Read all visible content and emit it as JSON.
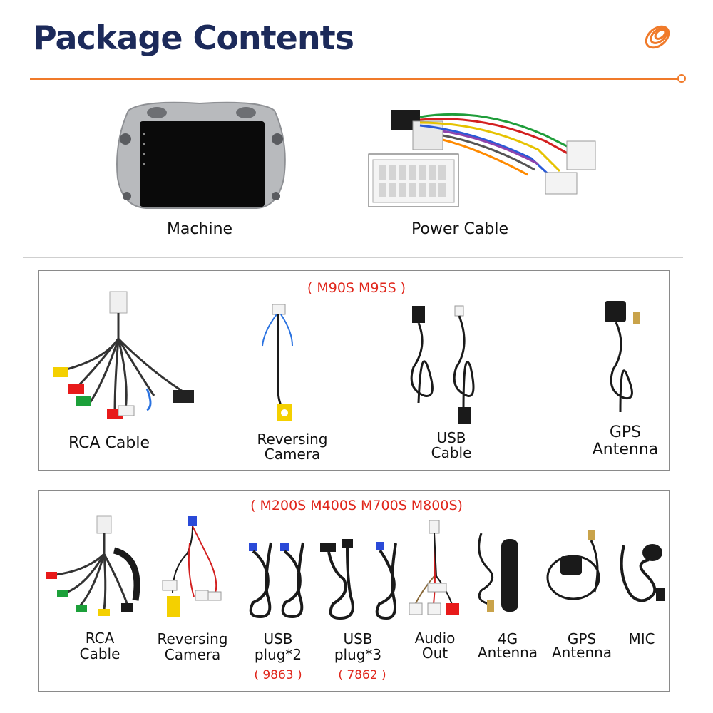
{
  "header": {
    "title": "Package Contents"
  },
  "top_items": [
    {
      "label": "Machine"
    },
    {
      "label": "Power Cable"
    }
  ],
  "group1": {
    "models": "( M90S M95S )",
    "items": [
      {
        "label": "RCA Cable"
      },
      {
        "label_l1": "Reversing",
        "label_l2": "Camera"
      },
      {
        "label_l1": "USB",
        "label_l2": "Cable"
      },
      {
        "label_l1": "GPS",
        "label_l2": "Antenna"
      }
    ]
  },
  "group2": {
    "models": "( M200S M400S M700S M800S)",
    "items": [
      {
        "label_l1": "RCA",
        "label_l2": "Cable"
      },
      {
        "label_l1": "Reversing",
        "label_l2": "Camera"
      },
      {
        "label_l1": "USB",
        "label_l2": "plug*2",
        "code": "( 9863 )"
      },
      {
        "label_l1": "USB",
        "label_l2": "plug*3",
        "code": "( 7862 )"
      },
      {
        "label_l1": "Audio",
        "label_l2": "Out"
      },
      {
        "label_l1": "4G",
        "label_l2": "Antenna"
      },
      {
        "label_l1": "GPS",
        "label_l2": "Antenna"
      },
      {
        "label": "MIC"
      }
    ]
  },
  "colors": {
    "title": "#1c2a5a",
    "accent": "#f07a2a",
    "model_text": "#e0261b"
  }
}
